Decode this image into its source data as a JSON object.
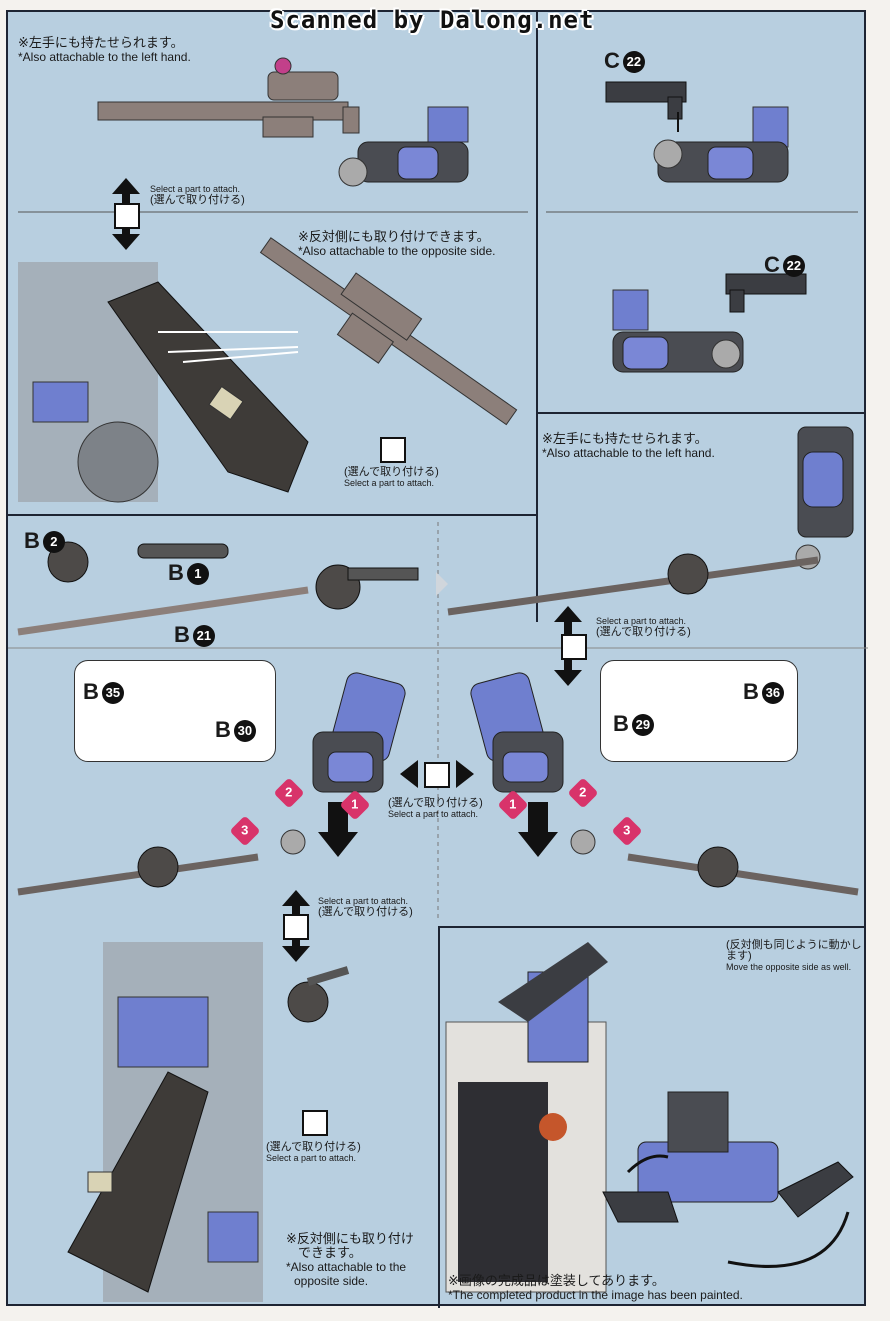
{
  "watermark": "Scanned by Dalong.net",
  "notes": {
    "left_hand_top": {
      "jp": "※左手にも持たせられます。",
      "en": "*Also attachable to the left hand."
    },
    "select_top": {
      "en": "Select a part to attach.",
      "jp": "(選んで取り付ける)"
    },
    "opposite_side_top": {
      "jp": "※反対側にも取り付けできます。",
      "en": "*Also attachable to the opposite side."
    },
    "select_mid_gun": {
      "jp": "(選んで取り付ける)",
      "en": "Select a part to attach."
    },
    "left_hand_right": {
      "jp": "※左手にも持たせられます。",
      "en": "*Also attachable to the left hand."
    },
    "select_right_arrow": {
      "en": "Select a part to attach.",
      "jp": "(選んで取り付ける)"
    },
    "select_center": {
      "jp": "(選んで取り付ける)",
      "en": "Select a part to attach."
    },
    "select_lower": {
      "en": "Select a part to attach.",
      "jp": "(選んで取り付ける)"
    },
    "select_bottom_left": {
      "jp": "(選んで取り付ける)",
      "en": "Select a part to attach."
    },
    "opposite_side_bottom": {
      "jp1": "※反対側にも取り付け",
      "jp2": "できます。",
      "en1": "*Also attachable to the",
      "en2": "opposite side."
    },
    "move_opposite": {
      "jp": "(反対側も同じように動かします)",
      "en": "Move the opposite side as well."
    },
    "painted": {
      "jp": "※画像の完成品は塗装してあります。",
      "en": "*The completed product in the image has been painted."
    }
  },
  "parts": {
    "c22a": {
      "letter": "C",
      "num": "22"
    },
    "c22b": {
      "letter": "C",
      "num": "22"
    },
    "b2": {
      "letter": "B",
      "num": "2"
    },
    "b1": {
      "letter": "B",
      "num": "1"
    },
    "b21": {
      "letter": "B",
      "num": "21"
    },
    "b35": {
      "letter": "B",
      "num": "35"
    },
    "b30": {
      "letter": "B",
      "num": "30"
    },
    "b36": {
      "letter": "B",
      "num": "36"
    },
    "b29": {
      "letter": "B",
      "num": "29"
    }
  },
  "steps": {
    "s1": "1",
    "s2": "2",
    "s3": "3"
  },
  "colors": {
    "page_bg": "#b8cfe0",
    "armor_blue": "#6f7fcf",
    "frame_dark": "#3b3d42",
    "step_pink": "#d8336a"
  }
}
